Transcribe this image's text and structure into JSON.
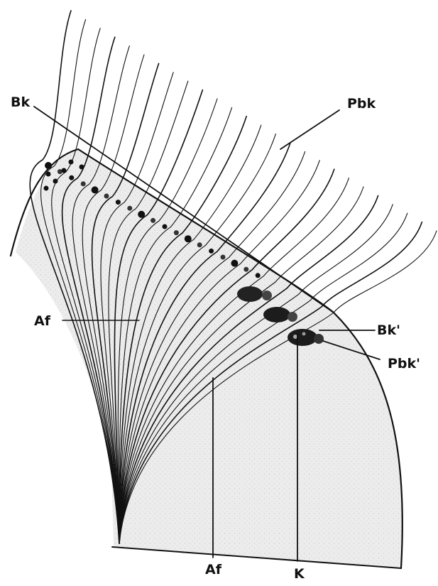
{
  "labels": {
    "bk": "Bk",
    "pbk": "Pbk",
    "af_left": "Af",
    "bk_prime": "Bk'",
    "pbk_prime": "Pbk'",
    "af_bottom": "Af",
    "k": "K"
  },
  "colors": {
    "ink": "#111111",
    "tissue": "#e6e6e6",
    "paper": "#ffffff"
  }
}
